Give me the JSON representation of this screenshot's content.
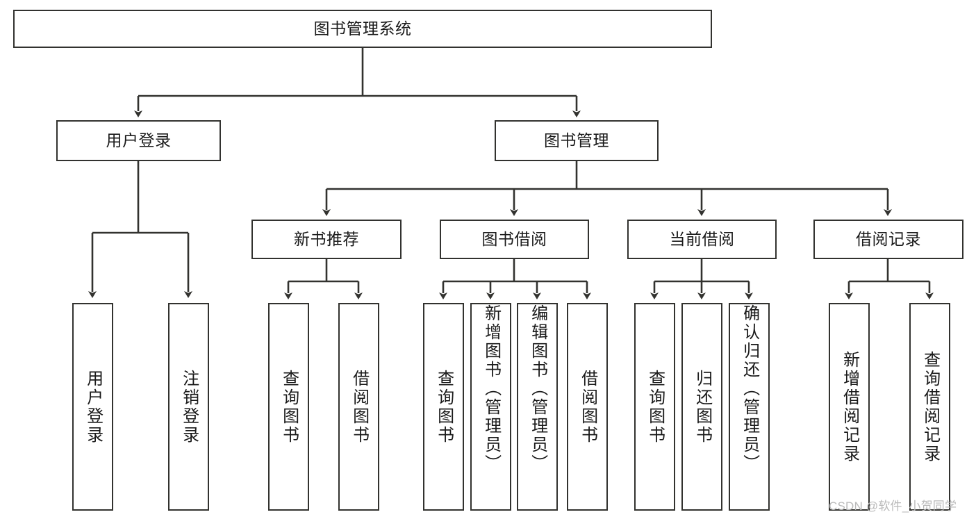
{
  "diagram": {
    "type": "tree-hierarchy",
    "title": "图书管理系统",
    "root": {
      "label": "图书管理系统"
    },
    "level2": [
      {
        "label": "用户登录"
      },
      {
        "label": "图书管理"
      }
    ],
    "level3": [
      {
        "label": "新书推荐"
      },
      {
        "label": "图书借阅"
      },
      {
        "label": "当前借阅"
      },
      {
        "label": "借阅记录"
      }
    ],
    "leaves": {
      "user_login": [
        {
          "label": "用户登录"
        },
        {
          "label": "注销登录"
        }
      ],
      "new_book_recommend": [
        {
          "label": "查询图书"
        },
        {
          "label": "借阅图书"
        }
      ],
      "book_borrow": [
        {
          "label": "查询图书"
        },
        {
          "label": "新增图书（管理员）"
        },
        {
          "label": "编辑图书（管理员）"
        },
        {
          "label": "借阅图书"
        }
      ],
      "current_borrow": [
        {
          "label": "查询图书"
        },
        {
          "label": "归还图书"
        },
        {
          "label": "确认归还（管理员）"
        }
      ],
      "borrow_record": [
        {
          "label": "新增借阅记录"
        },
        {
          "label": "查询借阅记录"
        }
      ]
    }
  },
  "watermark": {
    "text": "CSDN @软件_小贺同学"
  },
  "colors": {
    "stroke": "#32322f",
    "background": "#ffffff",
    "text": "#1a1a1a",
    "watermark": "#b9b9b9"
  }
}
